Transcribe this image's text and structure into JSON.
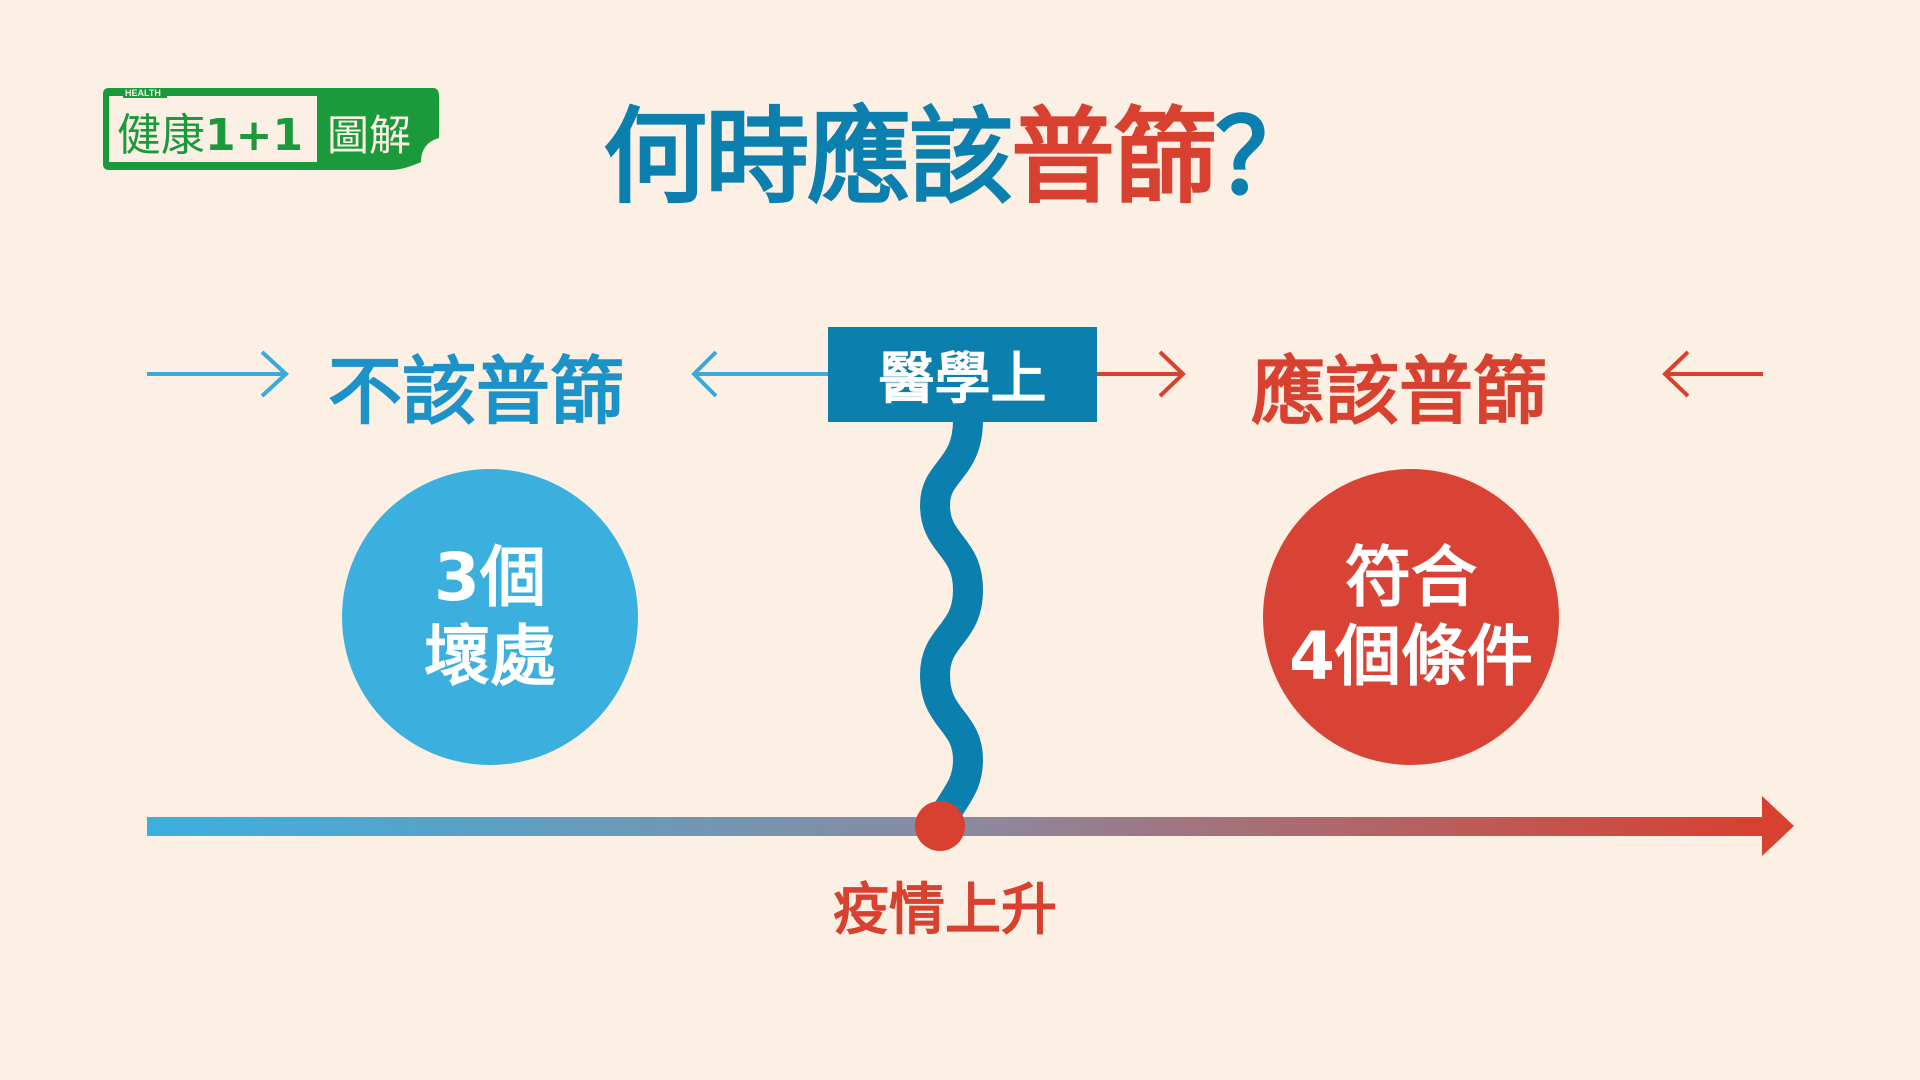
{
  "logo": {
    "small_text": "HEALTH",
    "main_text": "健康1+1",
    "suffix_text": "圖解"
  },
  "title": {
    "part_blue": "何時應該",
    "part_red": "普篩",
    "question_mark": "？"
  },
  "left_heading": "不該普篩",
  "center_box": "醫學上",
  "right_heading": "應該普篩",
  "left_circle": {
    "line1": "3個",
    "line2": "壞處"
  },
  "right_circle": {
    "line1": "符合",
    "line2": "4個條件"
  },
  "timeline_label": "疫情上升",
  "colors": {
    "background": "#fcefe3",
    "blue": "#0b7fae",
    "light_blue": "#3bb0de",
    "red": "#d8402f",
    "green": "#1a9a3a"
  }
}
